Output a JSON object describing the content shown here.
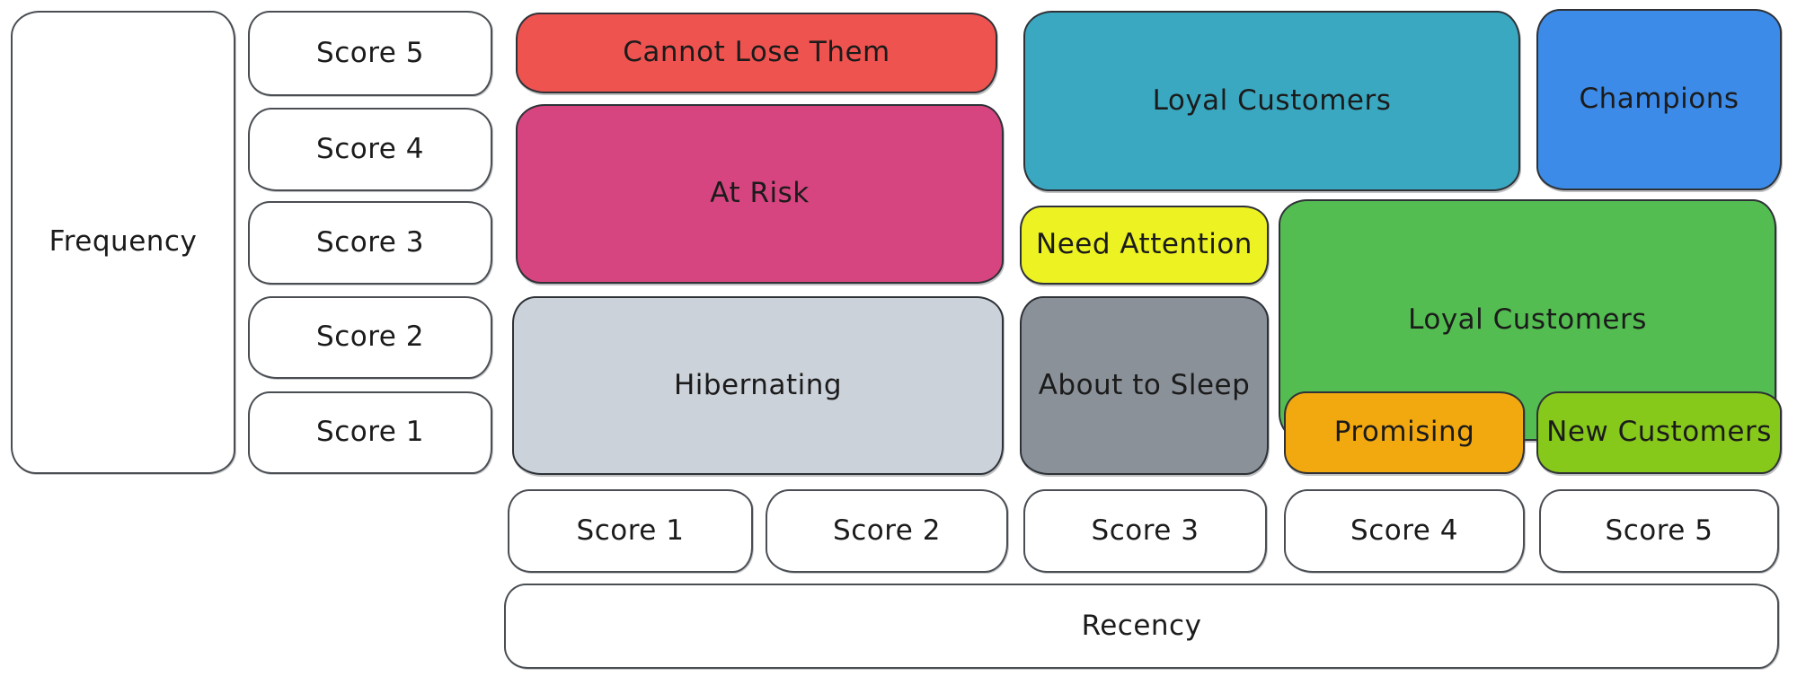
{
  "frequency_axis": {
    "label": "Frequency",
    "scores": [
      "Score 5",
      "Score 4",
      "Score 3",
      "Score 2",
      "Score 1"
    ]
  },
  "recency_axis": {
    "label": "Recency",
    "scores": [
      "Score 1",
      "Score 2",
      "Score 3",
      "Score 4",
      "Score 5"
    ]
  },
  "segments": {
    "cannot_lose_them": {
      "label": "Cannot Lose Them",
      "color": "#ef5350"
    },
    "at_risk": {
      "label": "At Risk",
      "color": "#d6457f"
    },
    "hibernating": {
      "label": "Hibernating",
      "color": "#ccd2da"
    },
    "loyal_customers_top": {
      "label": "Loyal Customers",
      "color": "#3aa8c1"
    },
    "champions": {
      "label": "Champions",
      "color": "#3d8be8"
    },
    "need_attention": {
      "label": "Need Attention",
      "color": "#edf222"
    },
    "loyal_customers_right": {
      "label": "Loyal Customers",
      "color": "#54bd51"
    },
    "about_to_sleep": {
      "label": "About to Sleep",
      "color": "#8a9199"
    },
    "promising": {
      "label": "Promising",
      "color": "#f2a90f"
    },
    "new_customers": {
      "label": "New Customers",
      "color": "#87c91b"
    }
  }
}
